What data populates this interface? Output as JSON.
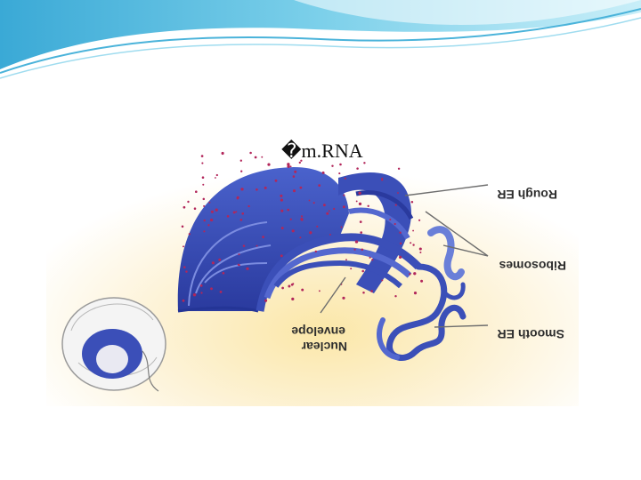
{
  "slide": {
    "title": "�m.RNA"
  },
  "diagram": {
    "labels": {
      "rough_er": "Rough ER",
      "ribosomes": "Ribosomes",
      "smooth_er": "Smooth ER",
      "nuclear_envelope_line1": "Nuclear",
      "nuclear_envelope_line2": "envelope"
    },
    "label_orientation": "rotated-180",
    "colors": {
      "membrane": "#3b4fb8",
      "membrane_dark": "#243596",
      "ribosome": "#b2265a",
      "glow": "#fbe7a8",
      "header_wave": "#3aa9d6"
    }
  }
}
